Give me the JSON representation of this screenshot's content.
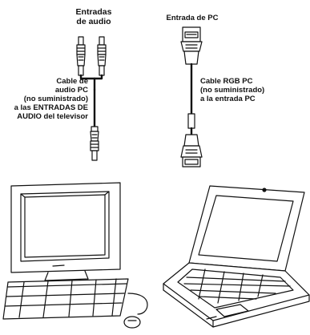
{
  "labels": {
    "audio_inputs": "Entradas\nde audio",
    "pc_input": "Entrada de PC",
    "audio_cable": "Cable de\naudio PC\n(no suministrado)\na las ENTRADAS DE\nAUDIO del televisor",
    "rgb_cable": "Cable RGB PC\n(no suministrado)\na la entrada PC"
  },
  "icons": [
    "rca-audio-plug-icon",
    "vga-connector-icon",
    "desktop-pc-icon",
    "laptop-icon",
    "mouse-icon"
  ],
  "colors": {
    "line": "#111111",
    "background": "#ffffff"
  }
}
